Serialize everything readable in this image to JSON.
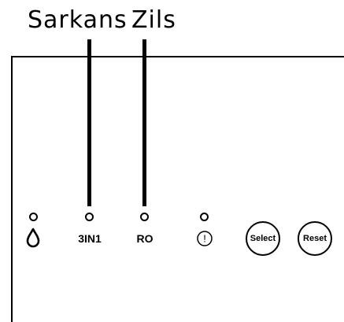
{
  "callouts": {
    "red_label": "Sarkans",
    "buzzer_label": "Zils"
  },
  "indicators": [
    {
      "icon": "water-drop-icon"
    },
    {
      "label": "3IN1"
    },
    {
      "label": "RO"
    },
    {
      "icon": "alert-icon",
      "symbol": "!"
    }
  ],
  "buttons": {
    "select_label": "Select",
    "reset_label": "Reset"
  }
}
